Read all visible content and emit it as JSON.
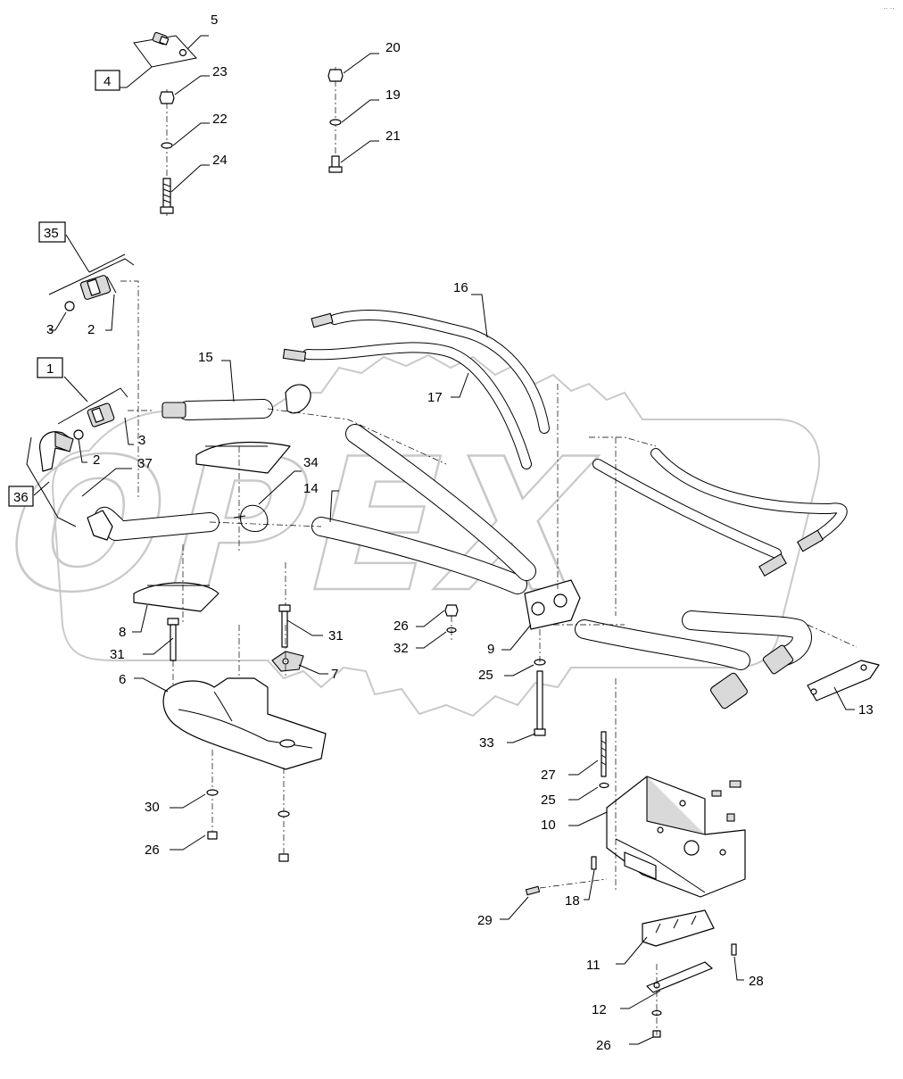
{
  "brand": "OPEX",
  "corner_mark": "·· ··",
  "callouts": {
    "c5": "5",
    "c4": "4",
    "c23": "23",
    "c22": "22",
    "c24": "24",
    "c20": "20",
    "c19": "19",
    "c21": "21",
    "c35": "35",
    "c3a": "3",
    "c2a": "2",
    "c16": "16",
    "c15": "15",
    "c17": "17",
    "c1": "1",
    "c3b": "3",
    "c2b": "2",
    "c37": "37",
    "c36": "36",
    "c34": "34",
    "c14": "14",
    "c8": "8",
    "c31a": "31",
    "c31b": "31",
    "c6": "6",
    "c7": "7",
    "c26a": "26",
    "c32": "32",
    "c9": "9",
    "c25a": "25",
    "c33": "33",
    "c13": "13",
    "c30": "30",
    "c26b": "26",
    "c27": "27",
    "c25b": "25",
    "c10": "10",
    "c18": "18",
    "c29": "29",
    "c11": "11",
    "c28": "28",
    "c12": "12",
    "c26c": "26"
  }
}
